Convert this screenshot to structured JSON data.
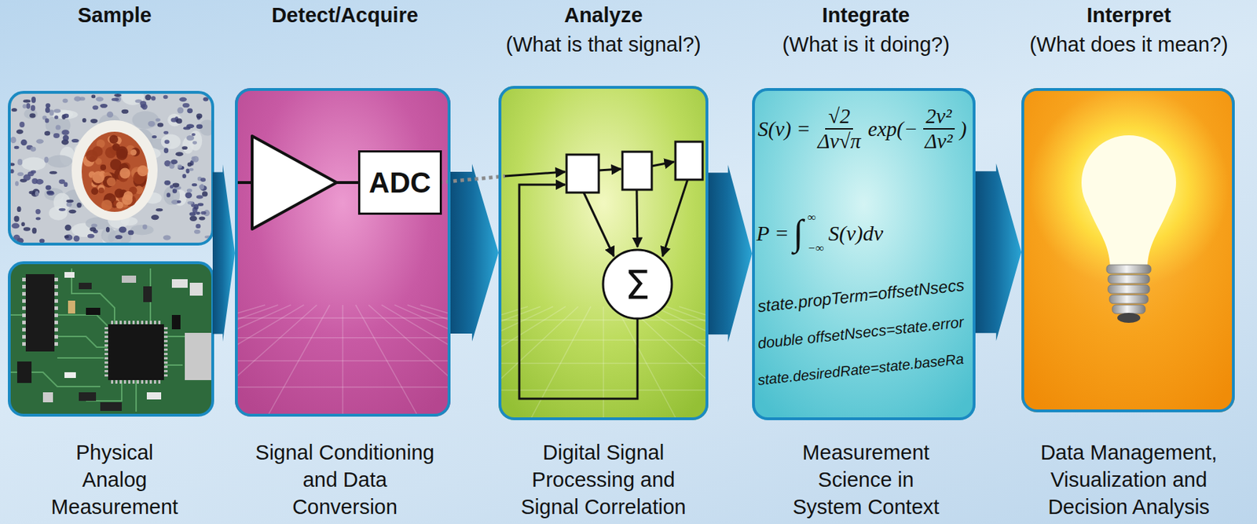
{
  "diagram": {
    "nodes": [
      {
        "text": [
          "Sample",
          "Physical Analog Measurement"
        ]
      },
      {
        "text": [
          "Detect/Acquire",
          "Signal Conditioning and Data Conversion"
        ]
      },
      {
        "text": [
          "ADC"
        ],
        "in": 1
      },
      {
        "text": [
          "Analyze",
          "(What is that signal?)",
          "Digital Signal Processing and Signal Correlation"
        ]
      },
      {
        "text": [
          "Σ"
        ],
        "in": 3
      },
      {
        "text": [
          "Integrate",
          "(What is it doing?)",
          "Measurement Science in System Context"
        ]
      },
      {
        "text": [
          "Interpret",
          "(What does it mean?)",
          "Data Management, Visualization and Decision Analysis"
        ]
      }
    ],
    "edges": [
      {
        "from": 0,
        "to": 1,
        "arrow": "to"
      },
      {
        "from": 1,
        "to": 3,
        "arrow": "to"
      },
      {
        "from": 3,
        "to": 5,
        "arrow": "to"
      },
      {
        "from": 5,
        "to": 6,
        "arrow": "to"
      }
    ],
    "labels": [
      "S(ν) =",
      "√2",
      "Δν√π",
      "exp(−",
      "2ν²",
      "Δν²",
      ")",
      "P =",
      "∫",
      "∞",
      "−∞",
      "S(ν)dν",
      "state.propTerm=offsetNsecs",
      "double offsetNsecs=state.error",
      "state.desiredRate=state.baseRa"
    ]
  }
}
